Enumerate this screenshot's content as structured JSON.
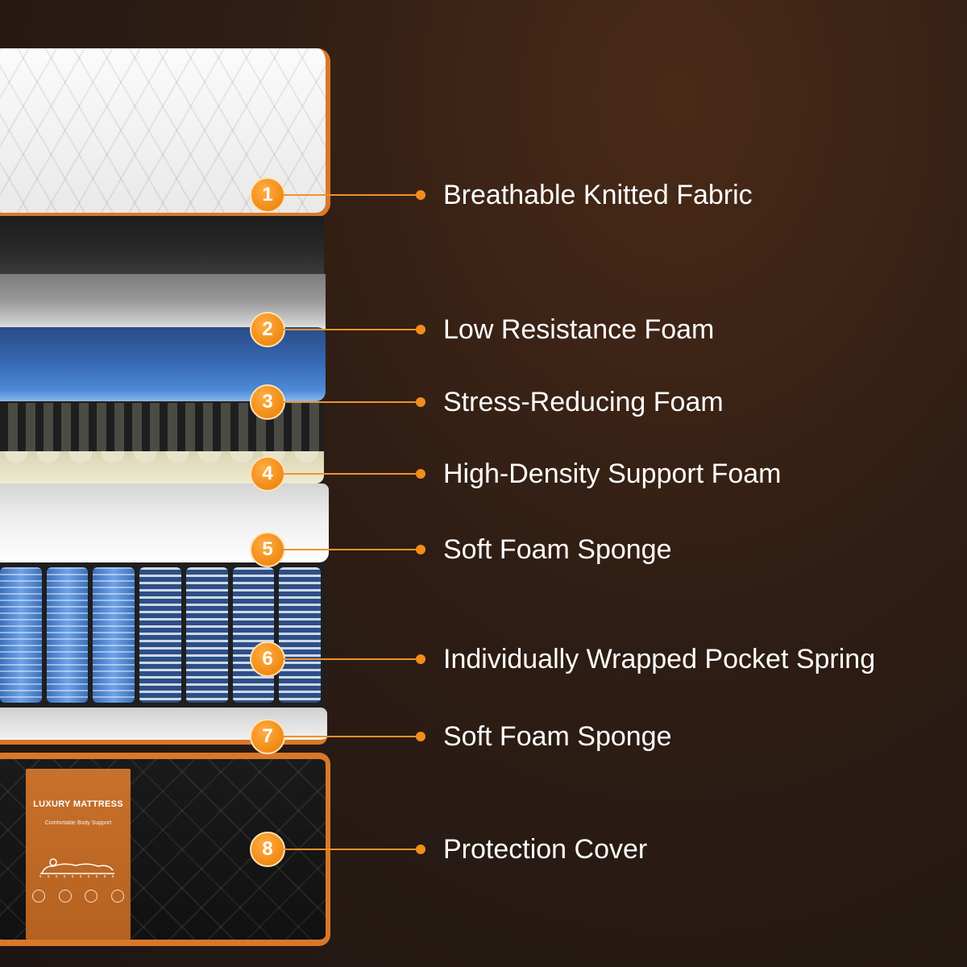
{
  "colors": {
    "accent_orange": "#f08a12",
    "leader_orange": "#f0922a",
    "background_dark": "#2e1d14",
    "label_text": "#ffffff"
  },
  "layers": [
    {
      "number": "1",
      "label": "Breathable Knitted Fabric"
    },
    {
      "number": "2",
      "label": "Low Resistance Foam"
    },
    {
      "number": "3",
      "label": "Stress-Reducing Foam"
    },
    {
      "number": "4",
      "label": "High-Density Support Foam"
    },
    {
      "number": "5",
      "label": "Soft Foam Sponge"
    },
    {
      "number": "6",
      "label": "Individually Wrapped Pocket Spring"
    },
    {
      "number": "7",
      "label": "Soft Foam Sponge"
    },
    {
      "number": "8",
      "label": "Protection Cover"
    }
  ],
  "tag": {
    "title": "LUXURY MATTRESS",
    "subtitle": "Comfortable Body Support"
  }
}
